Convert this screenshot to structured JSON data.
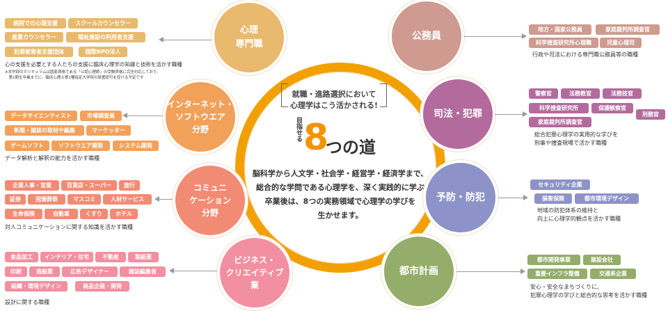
{
  "colors": {
    "ring": "#f2a000",
    "yellow": "#e9b96e",
    "orange": "#f2a15a",
    "coral": "#f28b74",
    "pink": "#f28fa0",
    "rose": "#cf9a8f",
    "purple": "#b36b9e",
    "lavender": "#8d93c8",
    "green": "#94ad6b"
  },
  "center": {
    "subtitle_lines": [
      "就職・進路選択において",
      "心理学はこう活かされる!"
    ],
    "mezaseru": "目指せる",
    "number": "8",
    "title_rest": "つの道",
    "description_lines": [
      "脳科学から人文学・社会学・経営学・経済学まで、",
      "総合的な学問である心理学を、深く実践的に学ぶ",
      "卒業後は、8つの実務領域で心理学の学びを",
      "生かせます。"
    ]
  },
  "sections": {
    "psychology": {
      "label_lines": [
        "心理",
        "専門職"
      ],
      "tags": [
        "病院での心理支援",
        "スクールカウンセラー",
        "産業カウンセラー",
        "福祉施設の利用者支援",
        "犯罪被害者支援団体",
        "国際NPO法人"
      ],
      "desc_lines": [
        "心の支援を必要とする人たちの支援に臨床心理学の知識と技術を活かす職種"
      ],
      "note_lines": [
        "※本学部のカリキュラムは国家資格である「公認心理師」の受験資格に完全対応しており、",
        "　第1期生卒業までに、臨床心理士第1種指定大学院の設置認可を受ける予定です"
      ]
    },
    "internet": {
      "label_lines": [
        "インターネット・",
        "ソフトウエア",
        "分野"
      ],
      "tags": [
        "データサイエンティスト",
        "市場調査員",
        "新聞・雑誌の取材や編集",
        "マーケッター",
        "ゲームソフト",
        "ソフトウエア開発",
        "システム開発"
      ],
      "desc_lines": [
        "データ解析と解釈の能力を活かす職種"
      ]
    },
    "communication": {
      "label_lines": [
        "コミュニ",
        "ケーション",
        "分野"
      ],
      "tags": [
        "企業人事・営業",
        "百貨店・スーパー",
        "旅行",
        "証券",
        "冠婚葬祭",
        "マスコミ",
        "人材サービス",
        "生命保険",
        "自動車",
        "くすり",
        "ホテル"
      ],
      "desc_lines": [
        "対人コミュニケーションに関する知識を活かす職種"
      ]
    },
    "business": {
      "label_lines": [
        "ビジネス・",
        "クリエイティブ",
        "業"
      ],
      "tags": [
        "食品加工",
        "インテリア・住宅",
        "不動産",
        "製紙業",
        "印刷",
        "造船業",
        "広告デザイナー",
        "雑誌編集者",
        "組織・環境デザイン",
        "商品企画・開発"
      ],
      "desc_lines": [
        "設計に関する職種"
      ]
    },
    "civil": {
      "label_lines": [
        "公務員"
      ],
      "tags": [
        "地方・国家公務員",
        "家庭裁判所調査官",
        "科学捜査研究所心理職",
        "児童心理司"
      ],
      "desc_lines": [
        "行政や司法における専門職公務員等の職種"
      ]
    },
    "justice": {
      "label_lines": [
        "司法・犯罪"
      ],
      "tags": [
        "警察官",
        "法務教官",
        "法務技官",
        "科学捜査研究所",
        "保護観察官",
        "刑務官",
        "家庭裁判所調査官"
      ],
      "desc_lines": [
        "総合犯罪心理学の実用的な学びを",
        "刑事や捜査現場で活かす職種"
      ]
    },
    "prevention": {
      "label_lines": [
        "予防・防犯"
      ],
      "tags": [
        "セキュリティ企業",
        "損害保険",
        "都市環境デザイン"
      ],
      "desc_lines": [
        "地域の防犯体系の維持と",
        "向上に心理学的観点を活かす職種"
      ]
    },
    "urban": {
      "label_lines": [
        "都市計画"
      ],
      "tags": [
        "都市開発事業",
        "建設会社",
        "重要インフラ整備",
        "交通系企業"
      ],
      "desc_lines": [
        "安心・安全なまちづくりに、",
        "犯罪心理学の学びと総合的な思考を活かす職種"
      ]
    }
  }
}
